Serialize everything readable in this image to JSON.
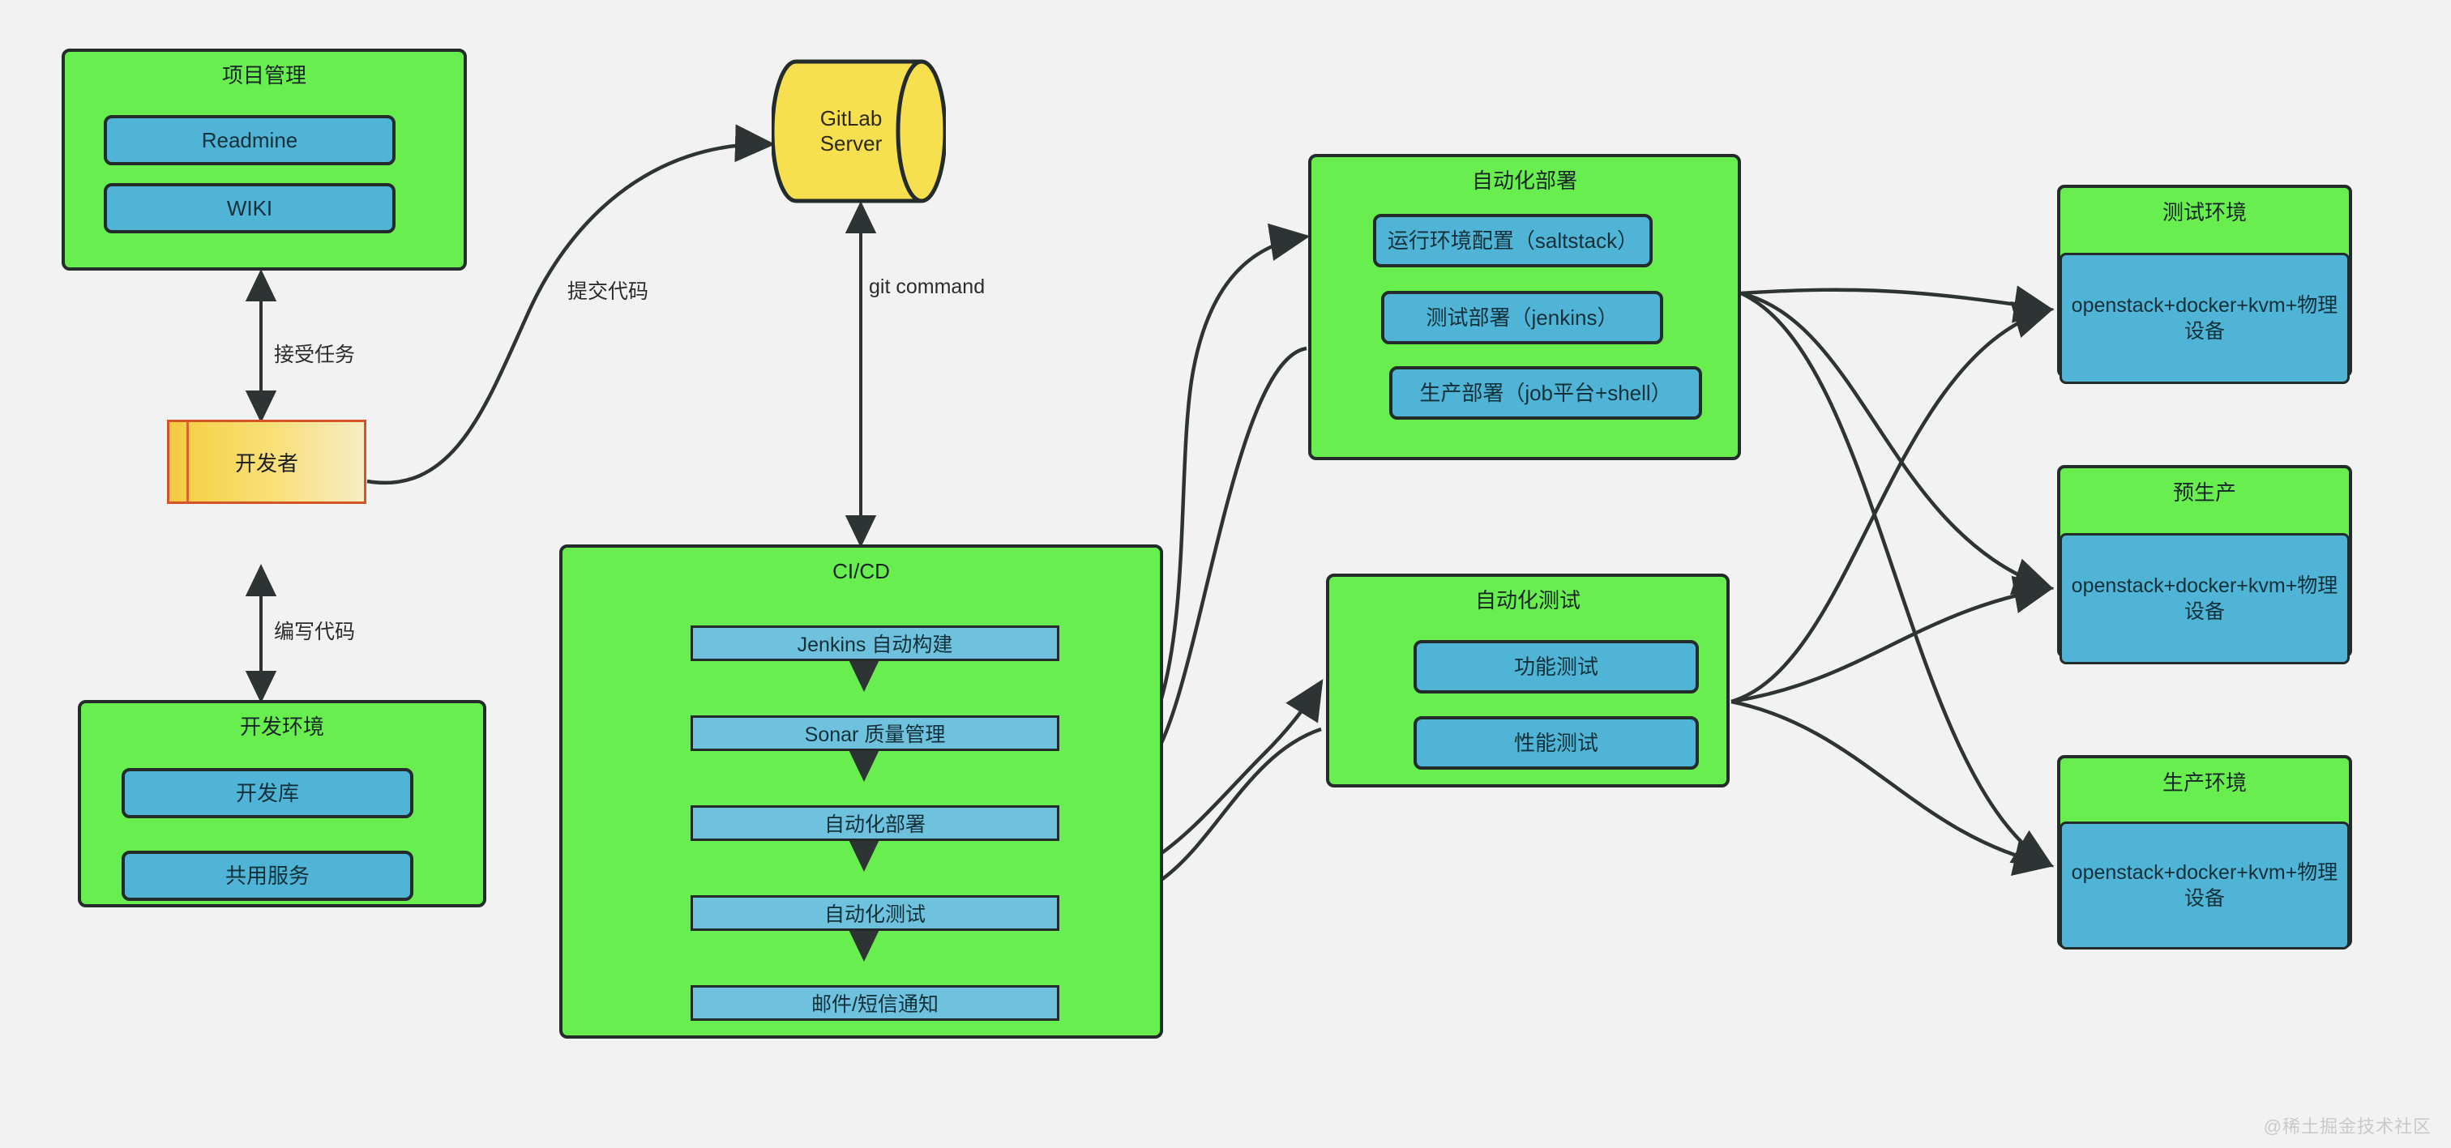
{
  "canvas": {
    "background": "#f2f2f2",
    "green": "#69ee4f",
    "blue": "#4fb4d6",
    "yellow": "#f6e04f",
    "orange": "#d25427",
    "stroke": "#232b2b"
  },
  "project_management": {
    "title": "项目管理",
    "items": [
      {
        "label": "Readmine"
      },
      {
        "label": "WIKI"
      }
    ]
  },
  "developer": {
    "label": "开发者"
  },
  "gitlab": {
    "line1": "GitLab",
    "line2": "Server"
  },
  "dev_environment": {
    "title": "开发环境",
    "items": [
      {
        "label": "开发库"
      },
      {
        "label": "共用服务"
      }
    ]
  },
  "cicd": {
    "title": "CI/CD",
    "steps": [
      {
        "label": "Jenkins 自动构建"
      },
      {
        "label": "Sonar 质量管理"
      },
      {
        "label": "自动化部署"
      },
      {
        "label": "自动化测试"
      },
      {
        "label": "邮件/短信通知"
      }
    ]
  },
  "auto_deploy": {
    "title": "自动化部署",
    "items": [
      {
        "label": "运行环境配置（saltstack）"
      },
      {
        "label": "测试部署（jenkins）"
      },
      {
        "label": "生产部署（job平台+shell）"
      }
    ]
  },
  "auto_test": {
    "title": "自动化测试",
    "items": [
      {
        "label": "功能测试"
      },
      {
        "label": "性能测试"
      }
    ]
  },
  "environments": [
    {
      "title": "测试环境",
      "body": "openstack+docker+kvm+物理设备"
    },
    {
      "title": "预生产",
      "body": "openstack+docker+kvm+物理设备"
    },
    {
      "title": "生产环境",
      "body": "openstack+docker+kvm+物理设备"
    }
  ],
  "edge_labels": {
    "accept_task": "接受任务",
    "write_code": "编写代码",
    "commit_code": "提交代码",
    "git_command": "git command"
  },
  "watermark": {
    "text": "@稀土掘金技术社区"
  }
}
